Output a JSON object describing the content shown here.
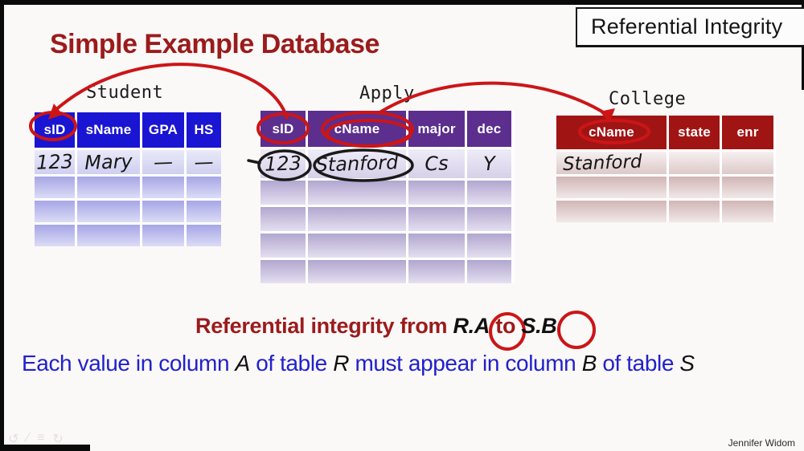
{
  "colors": {
    "pen_red": "#cc1517",
    "pen_black": "#1a1a1a",
    "title_red": "#9b1b1b",
    "text_blue": "#2121cb",
    "student_header_blue": "#1a15d2",
    "apply_header_purple": "#5c2e8e",
    "college_header_red": "#a11414"
  },
  "header_box": {
    "label": "Referential Integrity"
  },
  "main_title": "Simple Example Database",
  "tables": [
    {
      "id": "student",
      "name": "Student",
      "accent": "#1a15d2",
      "columns": [
        "sID",
        "sName",
        "GPA",
        "HS"
      ],
      "handwritten_row": [
        "123",
        "Mary",
        "—",
        "—"
      ],
      "empty_rows": 3,
      "row1_gradient": [
        "#e9e9f9",
        "#cfcff0"
      ],
      "cell_gradient": [
        "#a6a6e6",
        "#dcdcf6"
      ]
    },
    {
      "id": "apply",
      "name": "Apply",
      "accent": "#5c2e8e",
      "columns": [
        "sID",
        "cName",
        "major",
        "dec"
      ],
      "handwritten_row": [
        "123",
        "Stanford",
        "Cs",
        "Y"
      ],
      "empty_rows": 4,
      "row1_gradient": [
        "#efecf8",
        "#d6d0e8"
      ],
      "cell_gradient": [
        "#b2a6cf",
        "#e4dff0"
      ]
    },
    {
      "id": "college",
      "name": "College",
      "accent": "#a11414",
      "columns": [
        "cName",
        "state",
        "enr"
      ],
      "handwritten_row": [
        "Stanford",
        "",
        ""
      ],
      "empty_rows": 2,
      "row1_gradient": [
        "#f6f0f0",
        "#ddc9c9"
      ],
      "cell_gradient": [
        "#d1b5b5",
        "#f1e8e8"
      ]
    }
  ],
  "annotations": {
    "red_circles": [
      "student-sID",
      "apply-sID",
      "apply-cName",
      "college-cName",
      "caption-A",
      "caption-B"
    ],
    "red_arrows": [
      "apply-sID-to-student-sID",
      "apply-cName-to-college-cName"
    ],
    "black_circles": [
      "apply-row1-123",
      "apply-row1-Stanford"
    ]
  },
  "caption": {
    "red1": "Referential integrity from ",
    "var1": "R.A",
    "red2": " to ",
    "var2": "S.B"
  },
  "subtitle": {
    "t1": "Each value in column ",
    "v1": "A",
    "t2": " of table ",
    "v2": "R",
    "t3": " must appear in column ",
    "v3": "B",
    "t4": " of table ",
    "v4": "S"
  },
  "toolbar": {
    "undo": "↺",
    "pen": "∕",
    "lines": "≡",
    "redo": "↻"
  },
  "credit": "Jennifer Widom"
}
